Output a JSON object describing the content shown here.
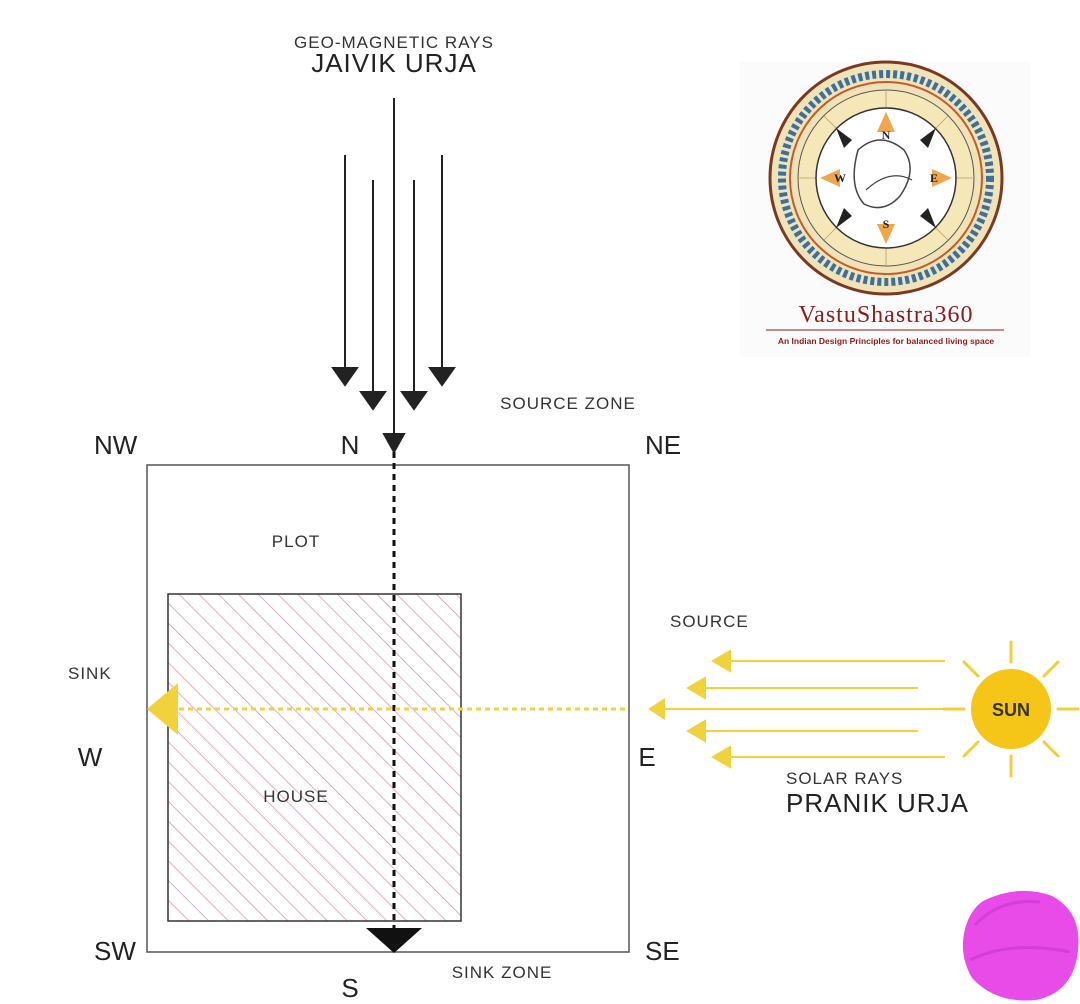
{
  "top": {
    "caption_small": "GEO-MAGNETIC RAYS",
    "caption_big": "JAIVIK URJA"
  },
  "directions": {
    "nw": "NW",
    "n": "N",
    "ne": "NE",
    "w": "W",
    "e": "E",
    "sw": "SW",
    "s": "S",
    "se": "SE"
  },
  "zones": {
    "source_zone": "SOURCE ZONE",
    "sink_zone": "SINK ZONE",
    "plot": "PLOT",
    "house": "HOUSE",
    "source": "SOURCE",
    "sink": "SINK"
  },
  "solar": {
    "sun_label": "SUN",
    "caption_small": "SOLAR RAYS",
    "caption_big": "PRANIK URJA"
  },
  "logo": {
    "title": "VastuShastra360",
    "tagline": "An Indian Design Principles for balanced living space",
    "compass": {
      "n": "N",
      "e": "E",
      "s": "S",
      "w": "W"
    }
  },
  "colors": {
    "line": "#222222",
    "hatch": "#d98aa8",
    "sun": "#f5c518",
    "sun_ray": "#f2cf3a",
    "solar_arrow": "#f2d23c",
    "logo_red": "#8a1c1c",
    "blob": "#e84be8"
  }
}
